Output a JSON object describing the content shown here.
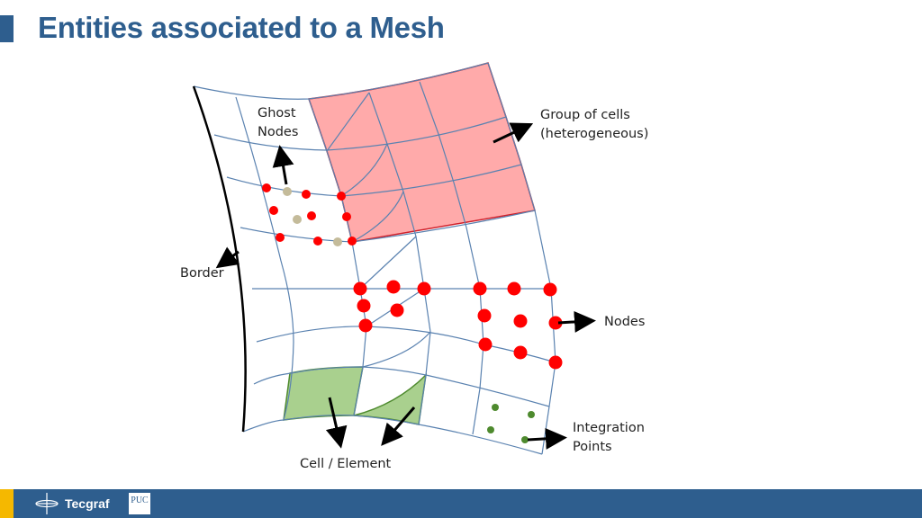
{
  "title": "Entities associated to a Mesh",
  "labels": {
    "ghost_1": "Ghost",
    "ghost_2": "Nodes",
    "group_1": "Group of cells",
    "group_2": "(heterogeneous)",
    "border": "Border",
    "nodes": "Nodes",
    "integration_1": "Integration",
    "integration_2": "Points",
    "cell": "Cell / Element"
  },
  "footer": {
    "brand": "Tecgraf",
    "partner": "PUC"
  },
  "colors": {
    "accent": "#2e5e8e",
    "group_fill": "#ffaaaa",
    "group_edge": "#d0202a",
    "node": "#ff0000",
    "ghost": "#c4bb9a",
    "cell_fill": "#a9d08e",
    "cell_edge": "#4e8a2e",
    "mesh": "#5a82b0"
  }
}
